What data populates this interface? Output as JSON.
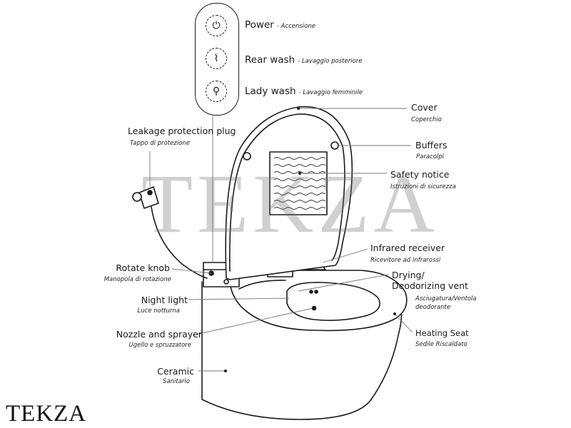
{
  "remote": {
    "buttons": [
      {
        "label": "Power",
        "sub": "- Accensione",
        "icon": "power-icon"
      },
      {
        "label": "Rear wash",
        "sub": "- Lavaggio posteriore",
        "icon": "rear-wash-icon"
      },
      {
        "label": "Lady wash",
        "sub": "- Lavaggio femminile",
        "icon": "lady-wash-icon"
      }
    ]
  },
  "labels": {
    "leakage": {
      "en": "Leakage protection plug",
      "it": "Tappo di protezione"
    },
    "rotate": {
      "en": "Rotate knob",
      "it": "Manopola di rotazione"
    },
    "night_light": {
      "en": "Night light",
      "it": "Luce notturna"
    },
    "nozzle": {
      "en": "Nozzle and sprayer",
      "it": "Ugello e spruzzatore"
    },
    "ceramic": {
      "en": "Ceramic",
      "it": "Sanitario"
    },
    "cover": {
      "en": "Cover",
      "it": "Coperchio"
    },
    "buffers": {
      "en": "Buffers",
      "it": "Paracolpi"
    },
    "safety": {
      "en": "Safety notice",
      "it": "Istruzioni di sicurezza"
    },
    "infrared": {
      "en": "Infrared receiver",
      "it": "Ricevitore ad infrarossi"
    },
    "drying": {
      "en1": "Drying/",
      "en2": "Deodorizing vent",
      "it1": "Asciugatura/Ventola",
      "it2": "deodorante"
    },
    "heating": {
      "en": "Heating Seat",
      "it": "Sedile Riscaldato"
    }
  },
  "watermark": "TEKZA",
  "brand": "TEKZA"
}
